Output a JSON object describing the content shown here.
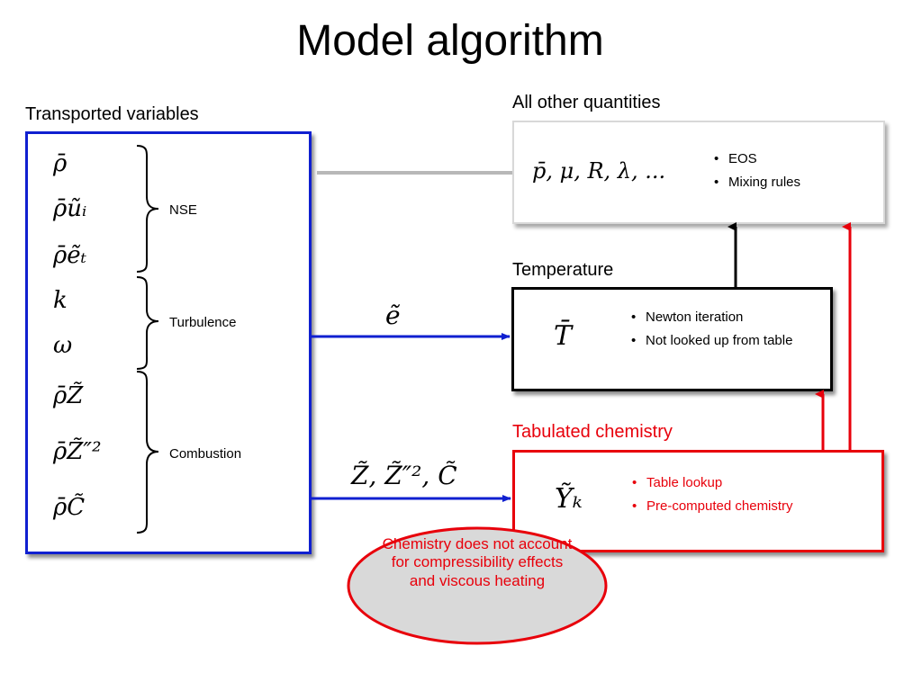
{
  "title": "Model algorithm",
  "labels": {
    "transported": "Transported variables",
    "other": "All other quantities",
    "temperature": "Temperature",
    "tabulated": "Tabulated chemistry"
  },
  "transported_vars": [
    "ρ̄",
    "ρ̄ũᵢ",
    "ρ̄ẽₜ",
    "k",
    "ω",
    "ρ̄Z̃",
    "ρ̄Z̃″²",
    "ρ̄C̃"
  ],
  "groups": [
    "NSE",
    "Turbulence",
    "Combustion"
  ],
  "other_box": {
    "formula": "p̄, μ, R, λ, ...",
    "bullets": [
      "EOS",
      "Mixing rules"
    ]
  },
  "temperature_box": {
    "symbol": "T̄",
    "bullets": [
      "Newton iteration",
      "Not looked up from table"
    ]
  },
  "chemistry_box": {
    "symbol": "Ỹₖ",
    "bullets": [
      "Table lookup",
      "Pre-computed chemistry"
    ]
  },
  "arrows": {
    "energy": "ẽ",
    "combustion": "Z̃, Z̃″², C̃"
  },
  "note": "Chemistry does not account for compressibility effects and viscous heating",
  "colors": {
    "blue": "#1020d0",
    "red": "#e8000b",
    "gray": "#b8b8b8",
    "black": "#000000"
  }
}
